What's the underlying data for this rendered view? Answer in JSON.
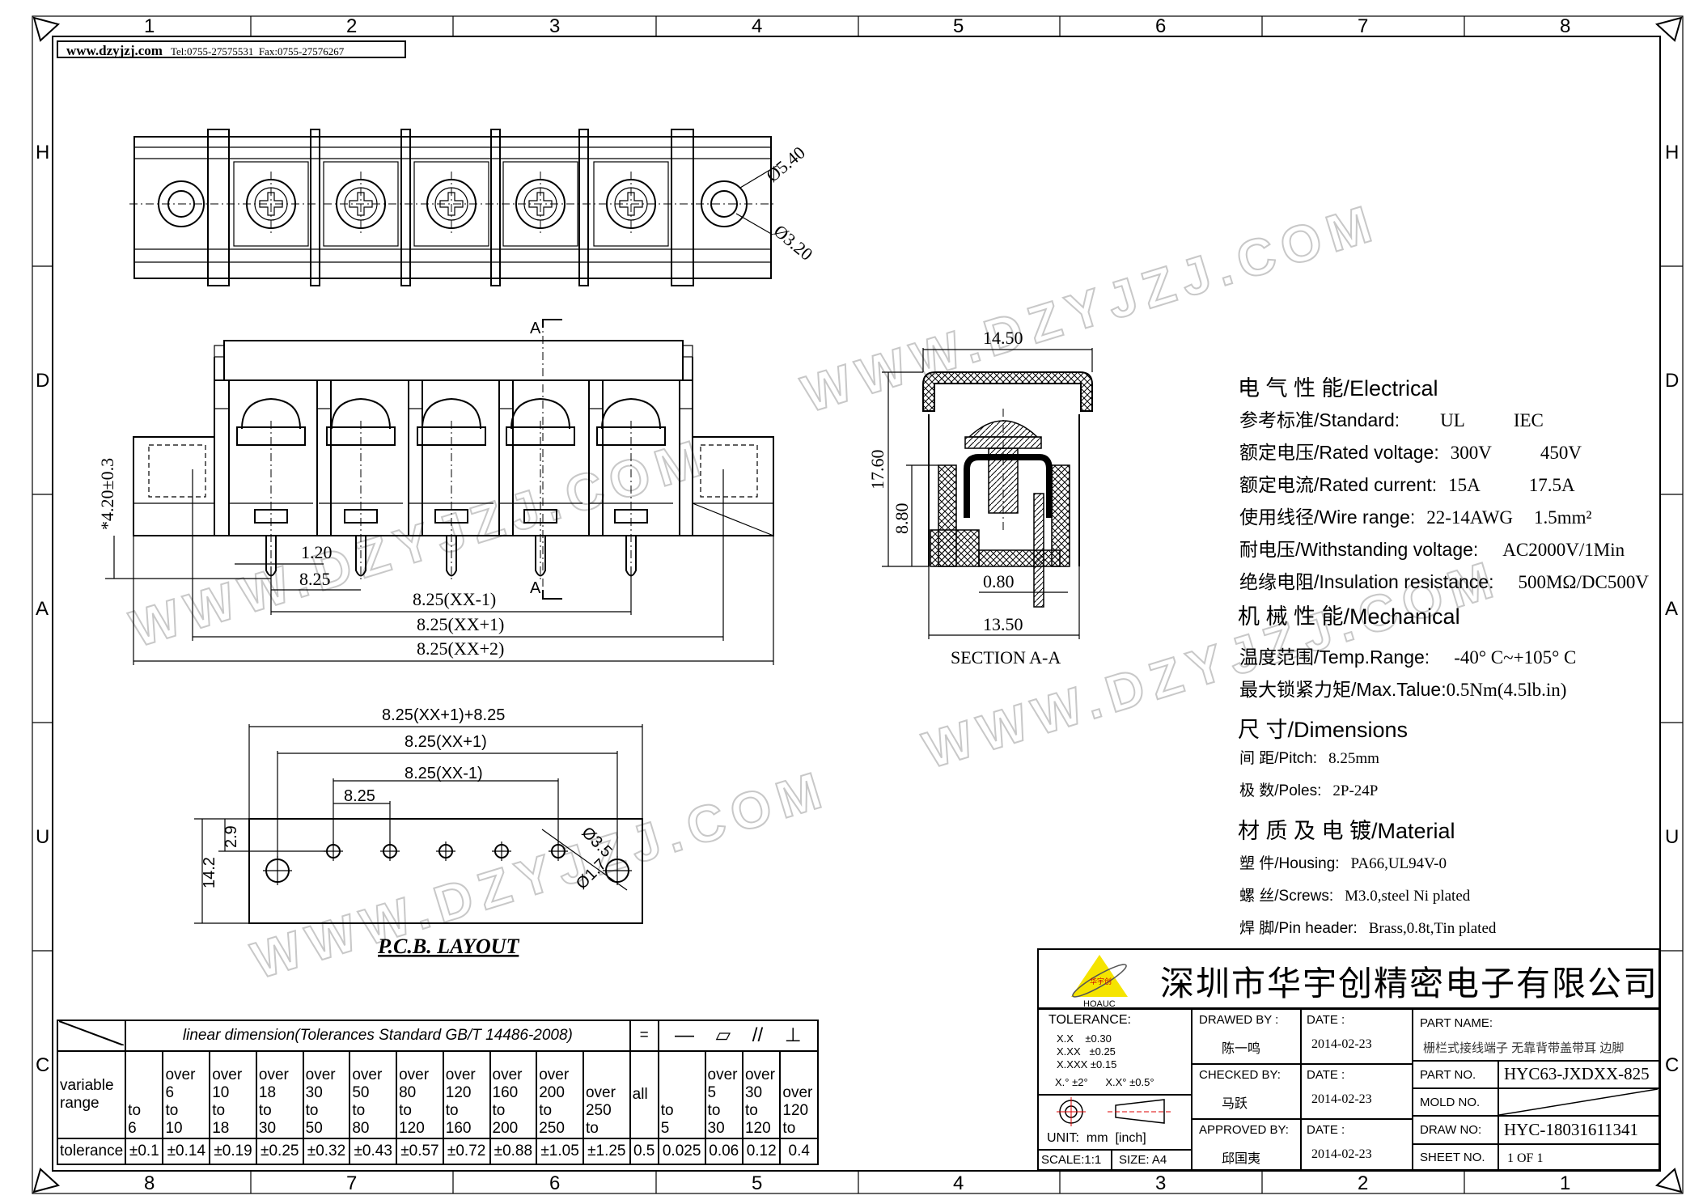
{
  "frame": {
    "columns_top": [
      "1",
      "2",
      "3",
      "4",
      "5",
      "6",
      "7",
      "8"
    ],
    "columns_bottom": [
      "8",
      "7",
      "6",
      "5",
      "4",
      "3",
      "2",
      "1"
    ],
    "rows_left": [
      "H",
      "D",
      "A",
      "U",
      "C"
    ],
    "rows_right": [
      "H",
      "D",
      "A",
      "U",
      "C"
    ]
  },
  "header": {
    "website": "www.dzyjzj.com",
    "tel": "Tel:0755-27575531",
    "fax": "Fax:0755-27576267"
  },
  "watermark": "WWW.DZYJZJ.COM",
  "top_view": {
    "dia_outer": "Ø5.40",
    "dia_inner": "Ø3.20"
  },
  "front_view": {
    "section_mark": "A",
    "height_dim": "*4.20±0.3",
    "pin_width": "1.20",
    "pitch": "8.25",
    "span_minus1": "8.25(XX-1)",
    "span_plus1": "8.25(XX+1)",
    "span_plus2": "8.25(XX+2)"
  },
  "section": {
    "width_top": "14.50",
    "height": "17.60",
    "height_inner": "8.80",
    "pin_thickness": "0.80",
    "width_bottom": "13.50",
    "label": "SECTION A-A"
  },
  "pcb_layout": {
    "title": "P.C.B. LAYOUT",
    "overall": "8.25(XX+1)+8.25",
    "span_plus1": "8.25(XX+1)",
    "span_minus1": "8.25(XX-1)",
    "pitch": "8.25",
    "offset": "2.9",
    "height": "14.2",
    "hole_large": "Ø3.5",
    "hole_small": "Ø1.7"
  },
  "specs": {
    "electrical": "电 气 性 能/Electrical",
    "standard": {
      "label": "参考标准/Standard:",
      "ul": "UL",
      "iec": "IEC"
    },
    "rated_voltage": {
      "label": "额定电压/Rated voltage:",
      "ul": "300V",
      "iec": "450V"
    },
    "rated_current": {
      "label": "额定电流/Rated current:",
      "ul": "15A",
      "iec": "17.5A"
    },
    "wire_range": {
      "label": "使用线径/Wire range:",
      "ul": "22-14AWG",
      "iec": "1.5mm²"
    },
    "withstanding": {
      "label": "耐电压/Withstanding voltage:",
      "value": "AC2000V/1Min"
    },
    "insulation": {
      "label": "绝缘电阻/Insulation resistance:",
      "value": "500MΩ/DC500V"
    },
    "mechanical": "机 械 性 能/Mechanical",
    "temp": {
      "label": "温度范围/Temp.Range:",
      "value": "-40° C~+105° C"
    },
    "torque": {
      "label": "最大锁紧力矩/Max.Talue:",
      "value": "0.5Nm(4.5lb.in)"
    },
    "dimensions": "尺    寸/Dimensions",
    "pitch": {
      "label": "间 距/Pitch:",
      "value": "8.25mm"
    },
    "poles": {
      "label": "极 数/Poles:",
      "value": "2P-24P"
    },
    "material": "材 质 及 电 镀/Material",
    "housing": {
      "label": "塑 件/Housing:",
      "value": "PA66,UL94V-0"
    },
    "screws": {
      "label": "螺 丝/Screws:",
      "value": "M3.0,steel Ni plated"
    },
    "pin_header": {
      "label": "焊 脚/Pin header:",
      "value": "Brass,0.8t,Tin plated"
    }
  },
  "tolerance_table": {
    "caption": "linear dimension(Tolerances Standard GB/T 14486-2008)",
    "symbols": [
      "=",
      "—",
      "▱",
      "//",
      "⊥"
    ],
    "row_label": "variable range",
    "tol_label": "tolerance",
    "ranges": [
      "to\n6",
      "over\n6\nto\n10",
      "over\n10\nto\n18",
      "over\n18\nto\n30",
      "over\n30\nto\n50",
      "over\n50\nto\n80",
      "over\n80\nto\n120",
      "over\n120\nto\n160",
      "over\n160\nto\n200",
      "over\n200\nto\n250",
      "over\n250\nto",
      "all",
      "to\n5",
      "over\n5\nto\n30",
      "over\n30\nto\n120",
      "over\n120\nto"
    ],
    "tolerances": [
      "±0.1",
      "±0.14",
      "±0.19",
      "±0.25",
      "±0.32",
      "±0.43",
      "±0.57",
      "±0.72",
      "±0.88",
      "±1.05",
      "±1.25",
      "0.5",
      "0.025",
      "0.06",
      "0.12",
      "0.4"
    ]
  },
  "title_block": {
    "logo_text": "HOAUC",
    "logo_cn": "华宇创",
    "company": "深圳市华宇创精密电子有限公司",
    "tolerance_label": "TOLERANCE:",
    "tol_x": "X.X",
    "tol_x_val": "±0.30",
    "tol_xx": "X.XX",
    "tol_xx_val": "±0.25",
    "tol_xxx": "X.XXX",
    "tol_xxx_val": "±0.15",
    "tol_angle1": "X.° ±2°",
    "tol_angle2": "X.X° ±0.5°",
    "unit": "UNIT:  mm  [inch]",
    "scale": "SCALE:1:1",
    "size": "SIZE:  A4",
    "drawed_by_label": "DRAWED BY :",
    "drawed_by": "陈一鸣",
    "checked_by_label": "CHECKED BY:",
    "checked_by": "马跃",
    "approved_by_label": "APPROVED BY:",
    "approved_by": "邱国夷",
    "date_label": "DATE :",
    "date_drawn": "2014-02-23",
    "date_checked": "2014-02-23",
    "date_approved": "2014-02-23",
    "part_name_label": "PART NAME:",
    "part_name": "栅栏式接线端子 无靠背带盖带耳 边脚",
    "part_no_label": "PART NO.",
    "part_no": "HYC63-JXDXX-825",
    "mold_no_label": "MOLD NO.",
    "draw_no_label": "DRAW NO:",
    "draw_no": "HYC-18031611341",
    "sheet_no_label": "SHEET NO.",
    "sheet_no": "1 OF 1"
  }
}
